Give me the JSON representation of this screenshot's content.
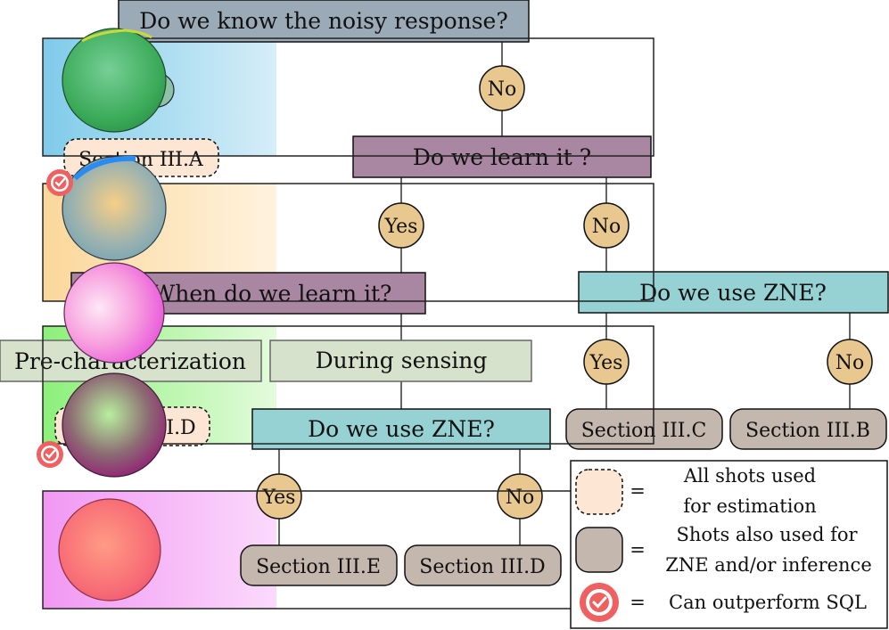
{
  "nodes": {
    "q_know_noisy": "Do we know the noisy response?",
    "no_1": "No",
    "q_learn_it": "Do we learn it ?",
    "yes_learn": "Yes",
    "no_learn": "No",
    "q_when_learn": "When do we learn it?",
    "q_use_zne_right": "Do we use ZNE?",
    "pre_characterization": "Pre-characterization",
    "during_sensing": "During sensing",
    "yes_zne_right": "Yes",
    "no_zne_right": "No",
    "section_iiia": "Section III.A",
    "section_iiic_left": "Section III.D",
    "q_use_zne_bottom": "Do we use ZNE?",
    "section_iiic": "Section III.C",
    "section_iiib": "Section III.B",
    "yes_zne_bottom": "Yes",
    "no_zne_bottom": "No",
    "section_iiie": "Section III.E",
    "section_iiid": "Section III.D"
  },
  "legend": {
    "dashed_line1": "All shots used",
    "dashed_line2": "for estimation",
    "solid_line1": "Shots also used for",
    "solid_line2": "ZNE and/or inference",
    "badge_text": "Can outperform SQL",
    "equals": "="
  },
  "colors": {
    "gray_blue": "#9aaab6",
    "purple": "#a987a2",
    "teal": "#96d1d3",
    "sage": "#d7e2cc",
    "circle": "#e9c88f",
    "section_solid": "#c4b7ae",
    "section_dashed": "#fde6d4",
    "badge_red": "#ef6060"
  }
}
